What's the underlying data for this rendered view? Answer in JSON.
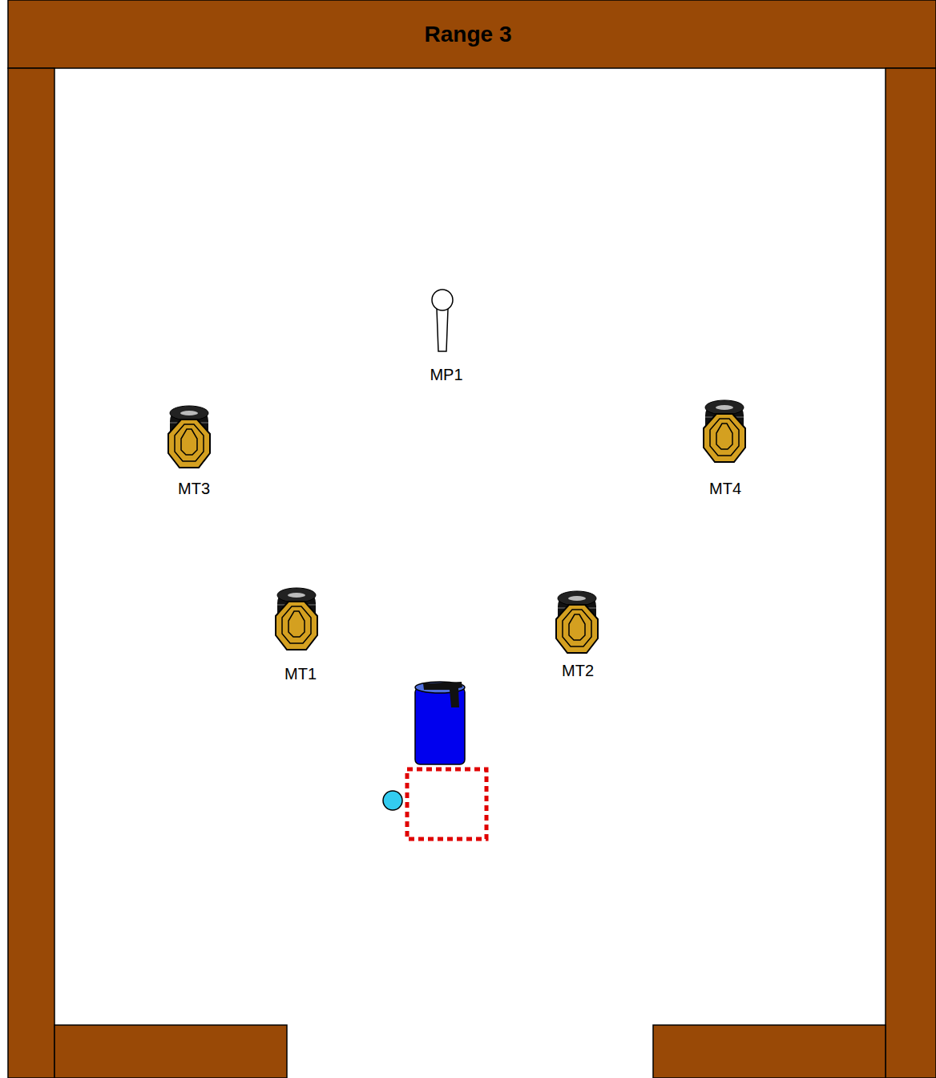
{
  "diagram": {
    "title": "Range 3",
    "labels": [
      "MP1",
      "MT3",
      "MT4",
      "MT1",
      "MT2"
    ]
  }
}
